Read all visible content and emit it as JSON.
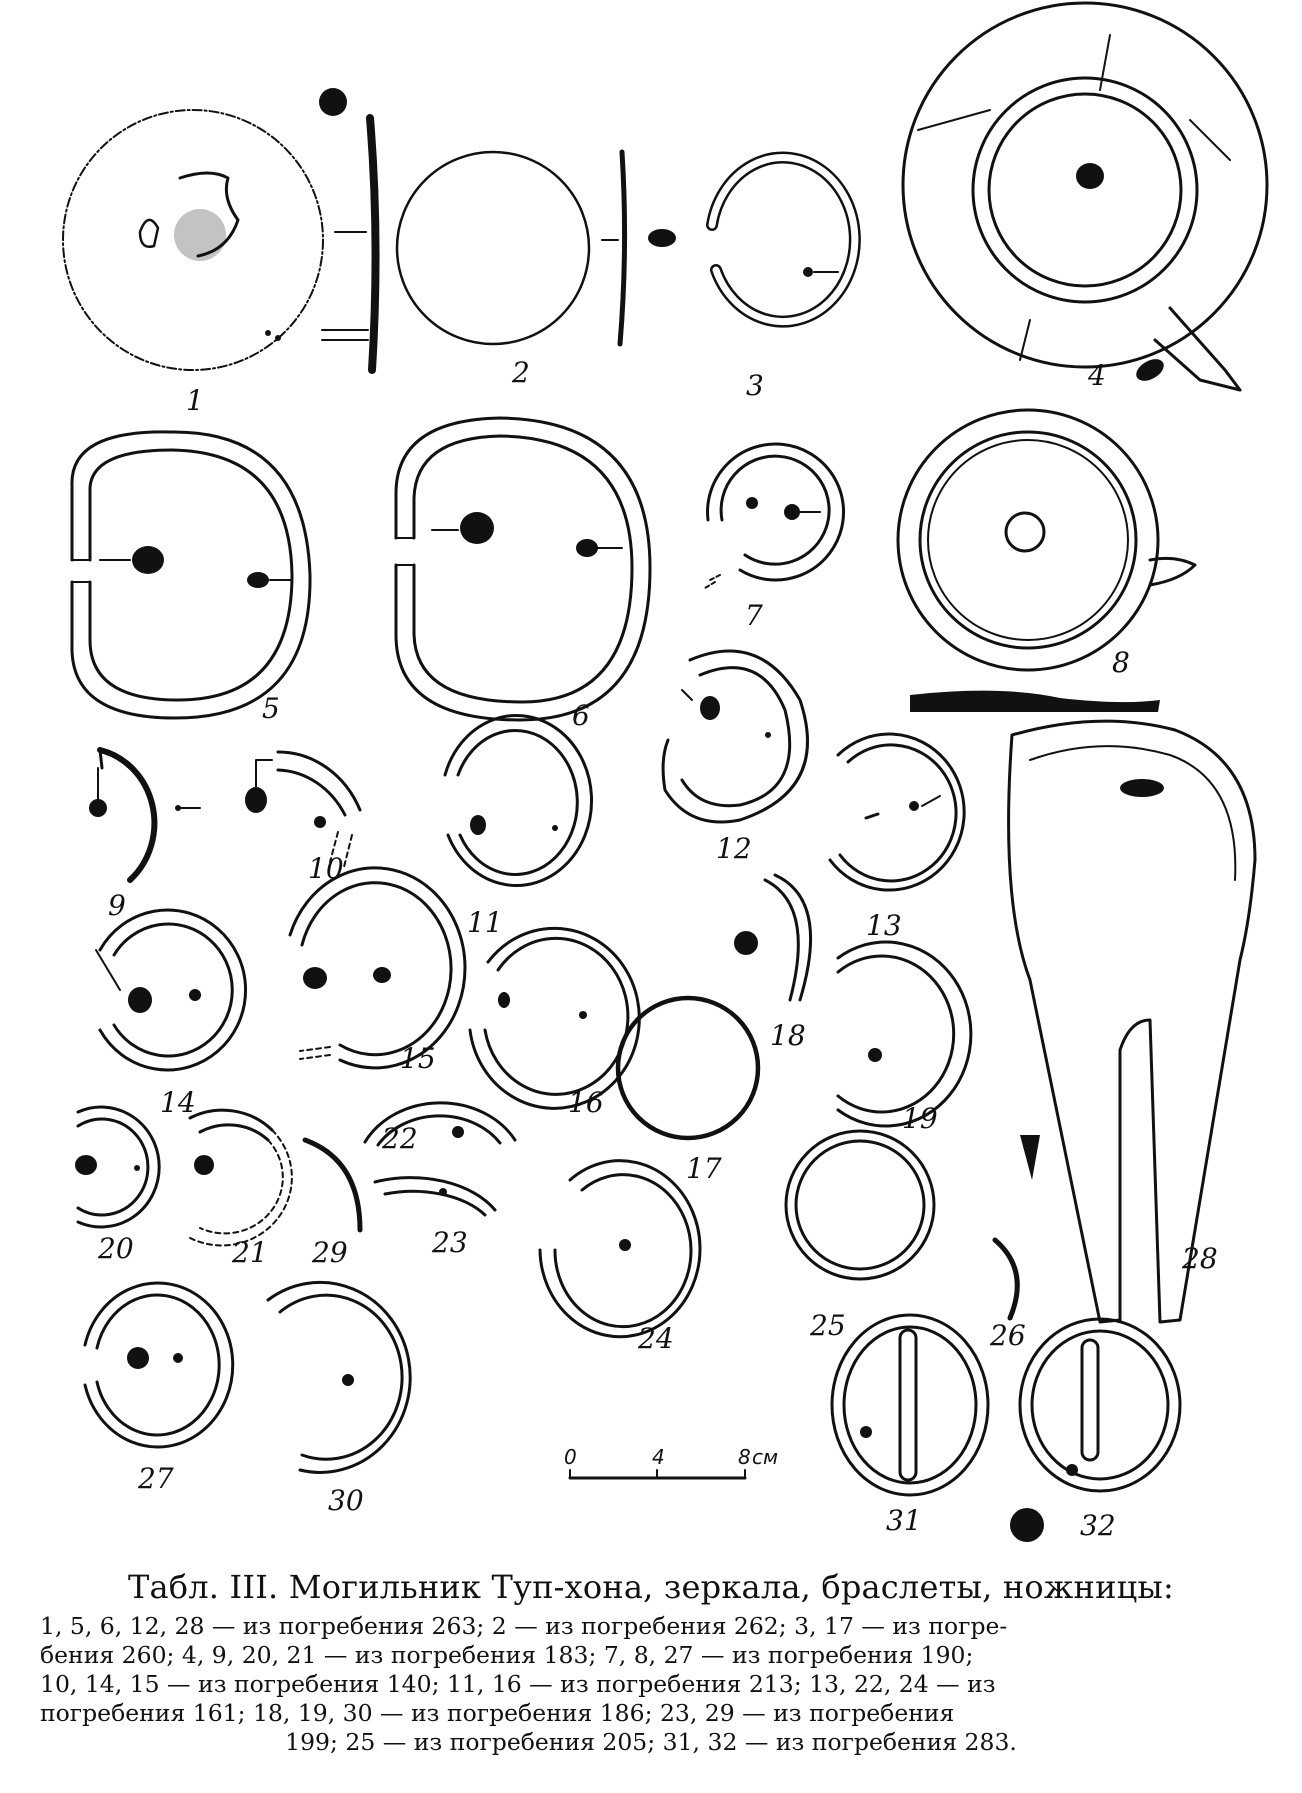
{
  "plate": {
    "figure_numbers": [
      "1",
      "2",
      "3",
      "4",
      "5",
      "6",
      "7",
      "8",
      "9",
      "10",
      "11",
      "12",
      "13",
      "14",
      "15",
      "16",
      "17",
      "18",
      "19",
      "20",
      "21",
      "22",
      "23",
      "24",
      "25",
      "26",
      "27",
      "28",
      "29",
      "30",
      "31",
      "32"
    ],
    "scale_bar": {
      "ticks": [
        "0",
        "4",
        "8"
      ],
      "unit": "см"
    }
  },
  "caption": {
    "title": "Табл. III. Могильник Туп-хона, зеркала, браслеты, ножницы:",
    "lines": [
      "1, 5, 6, 12, 28 — из погребения 263; 2 — из погребения 262; 3, 17 — из погре-",
      "бения 260; 4, 9, 20, 21 — из погребения 183; 7, 8, 27 — из погребения 190;",
      "10, 14, 15 — из погребения 140; 11, 16 — из погребения 213; 13, 22, 24 — из",
      "погребения 161; 18, 19, 30 — из погребения 186; 23, 29 — из погребения",
      "199; 25 — из погребения 205; 31, 32 — из погребения 283."
    ]
  }
}
